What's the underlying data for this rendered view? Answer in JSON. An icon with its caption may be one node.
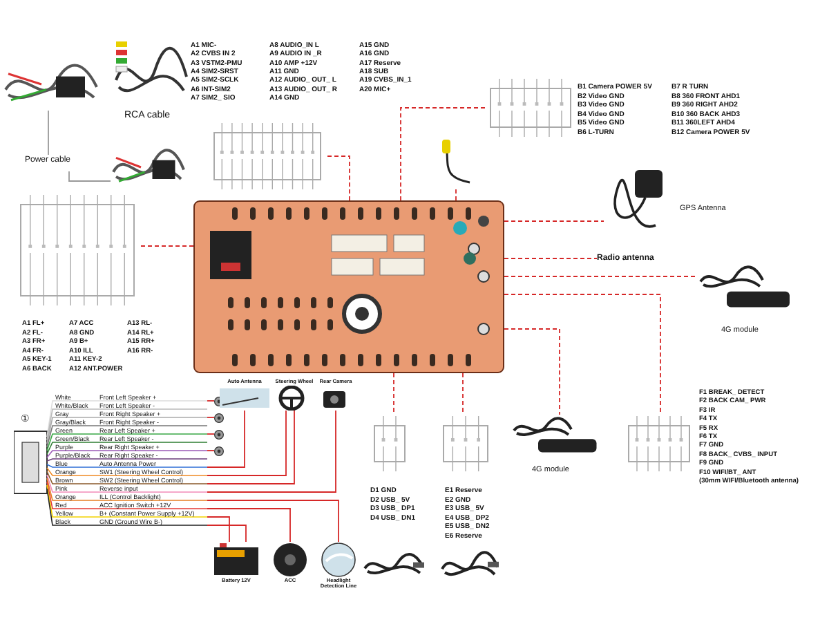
{
  "diagram": {
    "nodes": [
      {
        "text": [],
        "shape": "picture"
      },
      {
        "text": [],
        "shape": "picture",
        "beside": [
          "RCA cable"
        ]
      },
      {
        "text": [
          "Power cable"
        ]
      },
      {
        "text": [],
        "shape": "picture"
      },
      {
        "text": [],
        "shape": "picture",
        "beside": [
          "A1 MIC-",
          "A2 CVBS IN 2",
          "A3 VSTM2-PMU",
          "A4 SIM2-SRST",
          "A5 SIM2-SCLK",
          "A6 INT-SIM2",
          "A7 SIM2_ SIO",
          "A8 AUDIO_IN L",
          "A9 AUDIO IN _R",
          "A10 AMP +12V",
          "A11 GND",
          "A12 AUDIO_ OUT_ L",
          "A13 AUDIO_ OUT_ R",
          "A14 GND",
          "A15 GND",
          "A16 GND",
          "A17 Reserve",
          "A18 SUB",
          "A19 CVBS_IN_1",
          "A20 MIC+"
        ]
      },
      {
        "text": [],
        "shape": "picture",
        "beside": [
          "B1 Camera POWER 5V",
          "B2 Video GND",
          "B3 Video GND",
          "B4 Video GND",
          "B5 Video GND",
          "B6 L-TURN",
          "B7 R TURN",
          "B8 360 FRONT AHD1",
          "B9 360 RIGHT AHD2",
          "B10 360 BACK AHD3",
          "B11 360LEFT AHD4",
          "B12 Camera POWER 5V"
        ]
      },
      {
        "text": [],
        "shape": "picture"
      },
      {
        "text": [],
        "shape": "picture",
        "beside": [
          "A1 FL+",
          "A2 FL-",
          "A3 FR+",
          "A4 FR-",
          "A5 KEY-1",
          "A6 BACK",
          "A7 ACC",
          "A8 GND",
          "A9 B+",
          "A10 ILL",
          "A11 KEY-2",
          "A12 ANT.POWER",
          "A13 RL-",
          "A14 RL+",
          "A15 RR+",
          "A16 RR-"
        ]
      },
      {
        "text": [],
        "shape": "picture"
      },
      {
        "text": [],
        "shape": "picture",
        "beside": [
          "GPS Antenna"
        ]
      },
      {
        "text": [
          "Radio antenna"
        ]
      },
      {
        "text": [],
        "shape": "picture",
        "beside": [
          "4G module"
        ]
      },
      {
        "text": [],
        "shape": "picture"
      },
      {
        "text": [],
        "shape": "circle"
      },
      {
        "text": [],
        "shape": "circle"
      },
      {
        "text": [],
        "shape": "circle"
      },
      {
        "text": [],
        "shape": "circle"
      },
      {
        "text": [
          "Auto Antenna"
        ]
      },
      {
        "text": [
          "Steering Wheel"
        ]
      },
      {
        "text": [
          "Rear Camera"
        ]
      },
      {
        "text": [
          "Battery 12V"
        ]
      },
      {
        "text": [
          "ACC"
        ]
      },
      {
        "text": [
          "Headlight Detection Line"
        ]
      },
      {
        "text": [],
        "shape": "picture",
        "beside": [
          "D1 GND",
          "D2 USB_ 5V",
          "D3 USB_ DP1",
          "D4 USB_ DN1"
        ]
      },
      {
        "text": [],
        "shape": "picture",
        "beside": [
          "E1 Reserve",
          "E2 GND",
          "E3 USB_ 5V",
          "E4 USB_ DP2",
          "E5 USB_ DN2",
          "E6 Reserve"
        ]
      },
      {
        "text": [],
        "shape": "picture",
        "beside": [
          "4G module"
        ]
      },
      {
        "text": [],
        "shape": "picture",
        "beside": [
          "F1 BREAK_ DETECT",
          "F2 BACK CAM_ PWR",
          "F3 IR",
          "F4 TX",
          "F5 RX",
          "F6 TX",
          "F7 GND",
          "F8 BACK_ CVBS_ INPUT",
          "F9 GND",
          "F10 WIFI/BT_ ANT",
          "(30mm WIFI/Bluetooth antenna)"
        ]
      },
      {
        "text": [],
        "shape": "picture"
      },
      {
        "text": [],
        "shape": "picture"
      }
    ],
    "edges": [
      {
        "from": 2,
        "to": 0,
        "arrow": "none",
        "color": "#999999"
      },
      {
        "from": 2,
        "to": 3,
        "arrow": "none",
        "color": "#999999"
      },
      {
        "from": 8,
        "to": 4,
        "arrow": "none",
        "style": "dashed"
      },
      {
        "from": 8,
        "to": 5,
        "arrow": "none",
        "style": "dashed"
      },
      {
        "from": 8,
        "to": 6,
        "arrow": "none",
        "style": "dashed"
      },
      {
        "from": 8,
        "to": 7,
        "arrow": "none",
        "style": "dashed"
      },
      {
        "from": 8,
        "to": 9,
        "arrow": "none",
        "style": "dashed"
      },
      {
        "from": 8,
        "to": 10,
        "arrow": "none",
        "style": "dashed"
      },
      {
        "from": 8,
        "to": 11,
        "arrow": "none",
        "style": "dashed"
      },
      {
        "from": 12,
        "to": 13,
        "arrow": "none"
      },
      {
        "from": 12,
        "to": 14,
        "arrow": "none"
      },
      {
        "from": 12,
        "to": 15,
        "arrow": "none"
      },
      {
        "from": 12,
        "to": 16,
        "arrow": "none"
      },
      {
        "from": 12,
        "to": 17,
        "arrow": "none"
      },
      {
        "from": 12,
        "to": 18,
        "arrow": "none"
      },
      {
        "from": 12,
        "to": 18,
        "arrow": "none"
      },
      {
        "from": 12,
        "to": 19,
        "arrow": "none"
      },
      {
        "from": 12,
        "to": 22,
        "arrow": "none"
      },
      {
        "from": 12,
        "to": 21,
        "arrow": "none"
      },
      {
        "from": 12,
        "to": 20,
        "arrow": "none"
      },
      {
        "from": 12,
        "to": 20,
        "arrow": "none"
      },
      {
        "from": 8,
        "to": 23,
        "arrow": "none",
        "style": "dashed"
      },
      {
        "from": 8,
        "to": 24,
        "arrow": "none",
        "style": "dashed"
      },
      {
        "from": 8,
        "to": 25,
        "arrow": "none",
        "style": "dashed"
      },
      {
        "from": 8,
        "to": 26,
        "arrow": "none",
        "style": "dashed"
      }
    ],
    "labels": [
      "①",
      "White",
      "Front Left Speaker +",
      "White/Black",
      "Front Left Speaker -",
      "Gray",
      "Front Right Speaker +",
      "Gray/Black",
      "Front Right Speaker -",
      "Green",
      "Rear Left Speaker +",
      "Green/Black",
      "Rear Left Speaker -",
      "Purple",
      "Rear Right Speaker +",
      "Purple/Black",
      "Rear Right Speaker -",
      "Blue",
      "Auto Antenna Power",
      "Orange",
      "SW1 (Steering Wheel Control)",
      "Brown",
      "SW2 (Steering Wheel Control)",
      "Pink",
      "Reverse input",
      "Orange",
      "ILL (Control Backlight)",
      "Red",
      "ACC Ignition Switch +12V",
      "Yellow",
      "B+ (Constant Power Supply +12V)",
      "Black",
      "GND (Ground Wire B-)"
    ]
  }
}
